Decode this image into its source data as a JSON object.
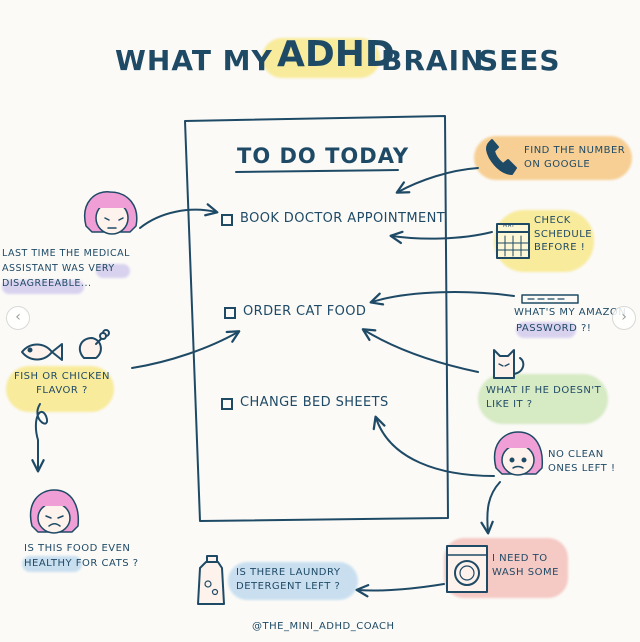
{
  "title": {
    "part1": "WHAT MY",
    "highlight": "ADHD",
    "part2": "BRAIN",
    "part3": "SEES"
  },
  "note": {
    "heading": "TO DO TODAY",
    "tasks": [
      "BOOK DOCTOR APPOINTMENT",
      "ORDER CAT FOOD",
      "CHANGE BED SHEETS"
    ]
  },
  "thoughts": {
    "phone": "FIND THE NUMBER ON GOOGLE",
    "calendar_label": "MAY",
    "schedule": "CHECK SCHEDULE BEFORE !",
    "medical_1": "LAST TIME THE MEDICAL",
    "medical_2": "ASSISTANT WAS",
    "medical_very": "VERY",
    "medical_3": "DISAGREEABLE...",
    "amazon_1": "WHAT'S MY AMAZON",
    "amazon_2": "PASSWORD",
    "amazon_3": "?!",
    "flavor": "FISH OR CHICKEN FLAVOR ?",
    "cat_like": "WHAT IF HE DOESN'T LIKE IT ?",
    "healthy_1": "IS THIS FOOD EVEN",
    "healthy_2": "HEALTHY",
    "healthy_3": "FOR CATS ?",
    "clean": "NO CLEAN ONES LEFT !",
    "wash": "I NEED TO WASH SOME",
    "detergent": "IS THERE LAUNDRY DETERGENT LEFT ?"
  },
  "credit": "@THE_MINI_ADHD_COACH",
  "colors": {
    "ink": "#1f4a66",
    "yellow": "#f8eb9c",
    "orange": "#f7cf94",
    "green": "#d6eac4",
    "lavender": "#d9d2ef",
    "blue": "#c9dff0",
    "pink": "#f5c9c4",
    "hair": "#ef9fd6"
  },
  "icons": [
    "phone-icon",
    "calendar-icon",
    "woman-face-icon",
    "fish-icon",
    "chicken-leg-icon",
    "cat-icon",
    "washing-machine-icon",
    "detergent-bottle-icon"
  ]
}
